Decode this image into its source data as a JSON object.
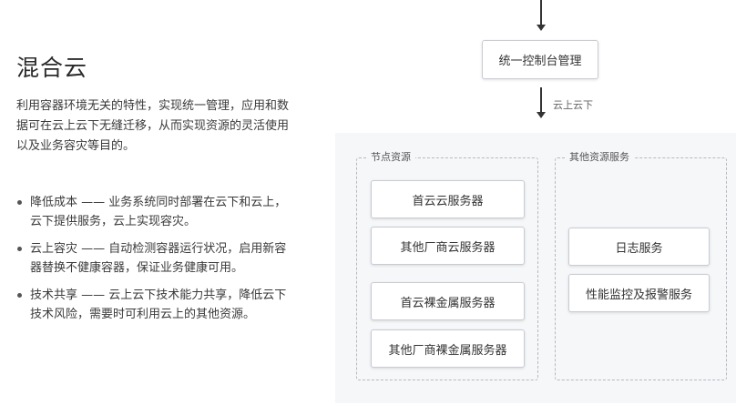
{
  "section": {
    "title": "混合云",
    "description": "利用容器环境无关的特性，实现统一管理，应用和数据可在云上云下无缝迁移，从而实现资源的灵活使用以及业务容灾等目的。",
    "bullets": [
      "降低成本 —— 业务系统同时部署在云下和云上，云下提供服务，云上实现容灾。",
      "云上容灾 —— 自动检测容器运行状况，启用新容器替换不健康容器，保证业务健康可用。",
      "技术共享 —— 云上云下技术能力共享，降低云下技术风险，需要时可利用云上的其他资源。"
    ]
  },
  "diagram": {
    "control_box": "统一控制台管理",
    "arrow_label": "云上云下",
    "node_group": {
      "label": "节点资源",
      "nodes": [
        "首云云服务器",
        "其他厂商云服务器",
        "首云裸金属服务器",
        "其他厂商裸金属服务器"
      ]
    },
    "other_group": {
      "label": "其他资源服务",
      "nodes": [
        "日志服务",
        "性能监控及报警服务"
      ]
    }
  }
}
